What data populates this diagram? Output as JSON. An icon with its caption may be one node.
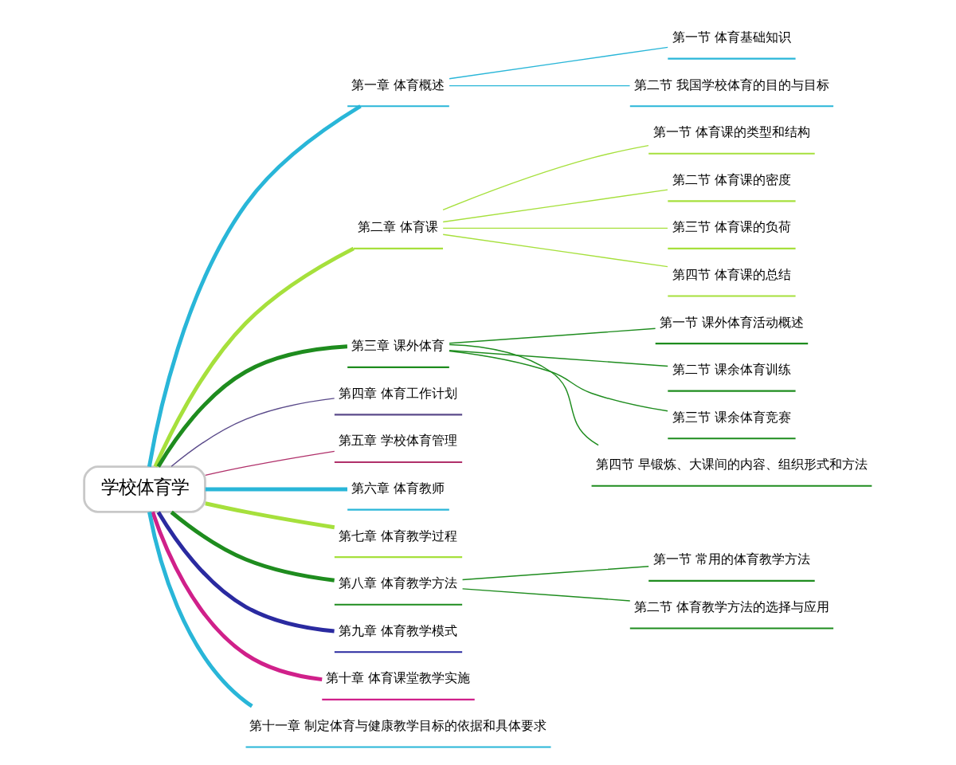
{
  "diagram": {
    "nodes": [
      {
        "text": [
          "学校体育学"
        ]
      },
      {
        "text": [
          "第一章 体育概述"
        ]
      },
      {
        "text": [
          "第一节 体育基础知识"
        ]
      },
      {
        "text": [
          "第二节 我国学校体育的目的与目标"
        ]
      },
      {
        "text": [
          "第二章 体育课"
        ]
      },
      {
        "text": [
          "第一节 体育课的类型和结构"
        ]
      },
      {
        "text": [
          "第二节 体育课的密度"
        ]
      },
      {
        "text": [
          "第三节 体育课的负荷"
        ]
      },
      {
        "text": [
          "第四节 体育课的总结"
        ]
      },
      {
        "text": [
          "第三章 课外体育"
        ]
      },
      {
        "text": [
          "第一节 课外体育活动概述"
        ]
      },
      {
        "text": [
          "第二节 课余体育训练"
        ]
      },
      {
        "text": [
          "第三节 课余体育竞赛"
        ]
      },
      {
        "text": [
          "第四节 早锻炼、大课间的内容、组织形式和方法"
        ]
      },
      {
        "text": [
          "第四章 体育工作计划"
        ]
      },
      {
        "text": [
          "第五章 学校体育管理"
        ]
      },
      {
        "text": [
          "第六章 体育教师"
        ]
      },
      {
        "text": [
          "第七章 体育教学过程"
        ]
      },
      {
        "text": [
          "第八章 体育教学方法"
        ]
      },
      {
        "text": [
          "第一节 常用的体育教学方法"
        ]
      },
      {
        "text": [
          "第二节 体育教学方法的选择与应用"
        ]
      },
      {
        "text": [
          "第九章 体育教学模式"
        ]
      },
      {
        "text": [
          "第十章 体育课堂教学实施"
        ]
      },
      {
        "text": [
          "第十一章 制定体育与健康教学目标的依据和具体要求"
        ]
      }
    ],
    "edges": [
      {
        "from": 0,
        "to": 1,
        "arrow": "none",
        "style": "thick",
        "color": "#29b6d8"
      },
      {
        "from": 1,
        "to": 2,
        "arrow": "none",
        "color": "#29b6d8"
      },
      {
        "from": 1,
        "to": 3,
        "arrow": "none",
        "color": "#29b6d8"
      },
      {
        "from": 0,
        "to": 4,
        "arrow": "none",
        "style": "thick",
        "color": "#a6e03c"
      },
      {
        "from": 4,
        "to": 5,
        "arrow": "none",
        "color": "#a6e03c"
      },
      {
        "from": 4,
        "to": 6,
        "arrow": "none",
        "color": "#a6e03c"
      },
      {
        "from": 4,
        "to": 7,
        "arrow": "none",
        "color": "#a6e03c"
      },
      {
        "from": 4,
        "to": 8,
        "arrow": "none",
        "color": "#a6e03c"
      },
      {
        "from": 0,
        "to": 9,
        "arrow": "none",
        "style": "thick",
        "color": "#1e8c1e"
      },
      {
        "from": 9,
        "to": 10,
        "arrow": "none",
        "color": "#1e8c1e"
      },
      {
        "from": 9,
        "to": 11,
        "arrow": "none",
        "color": "#1e8c1e"
      },
      {
        "from": 9,
        "to": 12,
        "arrow": "none",
        "color": "#1e8c1e"
      },
      {
        "from": 9,
        "to": 13,
        "arrow": "none",
        "color": "#1e8c1e"
      },
      {
        "from": 0,
        "to": 14,
        "arrow": "none",
        "color": "#5a4a8a"
      },
      {
        "from": 0,
        "to": 15,
        "arrow": "none",
        "color": "#b0306a"
      },
      {
        "from": 0,
        "to": 16,
        "arrow": "none",
        "style": "thick",
        "color": "#29b6d8"
      },
      {
        "from": 0,
        "to": 17,
        "arrow": "none",
        "style": "thick",
        "color": "#a6e03c"
      },
      {
        "from": 0,
        "to": 18,
        "arrow": "none",
        "style": "thick",
        "color": "#1e8c1e"
      },
      {
        "from": 18,
        "to": 19,
        "arrow": "none",
        "color": "#1e8c1e"
      },
      {
        "from": 18,
        "to": 20,
        "arrow": "none",
        "color": "#1e8c1e"
      },
      {
        "from": 0,
        "to": 21,
        "arrow": "none",
        "style": "thick",
        "color": "#2a2aa0"
      },
      {
        "from": 0,
        "to": 22,
        "arrow": "none",
        "style": "thick",
        "color": "#d0208a"
      },
      {
        "from": 0,
        "to": 23,
        "arrow": "none",
        "style": "thick",
        "color": "#29b6d8"
      }
    ]
  }
}
